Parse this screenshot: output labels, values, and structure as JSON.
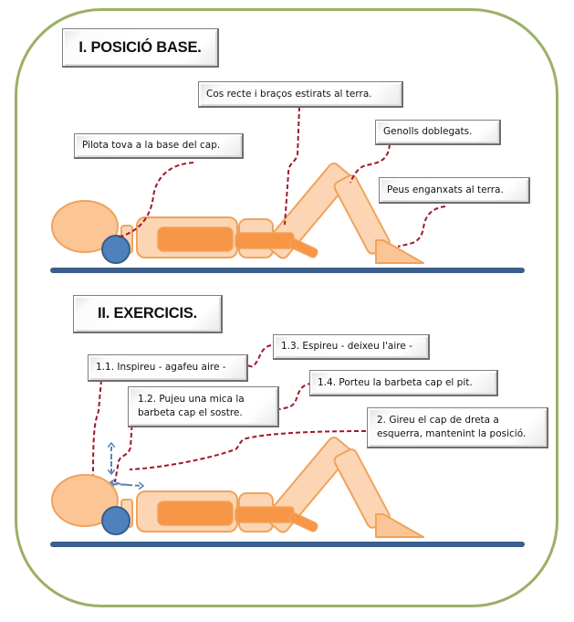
{
  "sections": [
    {
      "title": "I. POSICIÓ BASE.",
      "labels": [
        "Cos recte i braços estirats al terra.",
        "Pilota tova a la base del cap.",
        "Genolls doblegats.",
        "Peus  enganxats al terra."
      ]
    },
    {
      "title": "II. EXERCICIS.",
      "labels": [
        "1.1. Inspireu - agafeu aire -",
        "1.3. Espireu - deixeu l'aire -",
        "1.4. Porteu la barbeta cap el pit.",
        "1.2. Pujeu una mica la barbeta cap el sostre.",
        "2. Gireu el cap de dreta a esquerra, mantenint la posició."
      ]
    }
  ],
  "colors": {
    "frame": "#9bb065",
    "body_fill": "#fcd5b4",
    "body_stroke": "#f0a35a",
    "arm_fill": "#f79646",
    "ball": "#4f81bd",
    "floor": "#3b5f8c",
    "leader": "#a0182c",
    "arrow": "#5a86b8"
  },
  "icons": {
    "movement_arrows": "dashed-arrows-icon"
  }
}
